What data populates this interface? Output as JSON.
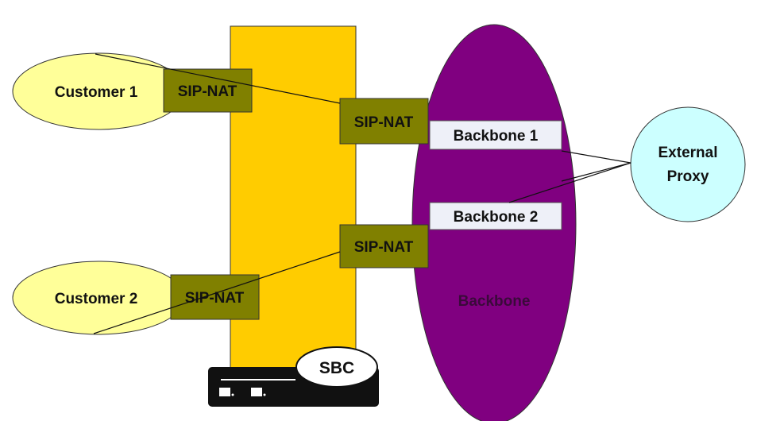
{
  "customers": [
    {
      "label": "Customer 1"
    },
    {
      "label": "Customer 2"
    }
  ],
  "sip_nat_label": "SIP-NAT",
  "backbone": {
    "label": "Backbone",
    "links": [
      {
        "label": "Backbone 1"
      },
      {
        "label": "Backbone 2"
      }
    ]
  },
  "external_proxy": {
    "label_line1": "External",
    "label_line2": "Proxy"
  },
  "sbc": {
    "label": "SBC"
  },
  "colors": {
    "customer_fill": "#ffff99",
    "sbc_fill": "#ffcc00",
    "sip_nat_fill": "#808000",
    "backbone_fill": "#800080",
    "backbone_text": "#3a0a3a",
    "backbone_link_fill": "#eef0f8",
    "proxy_fill": "#ccffff",
    "device_fill": "#111111"
  }
}
